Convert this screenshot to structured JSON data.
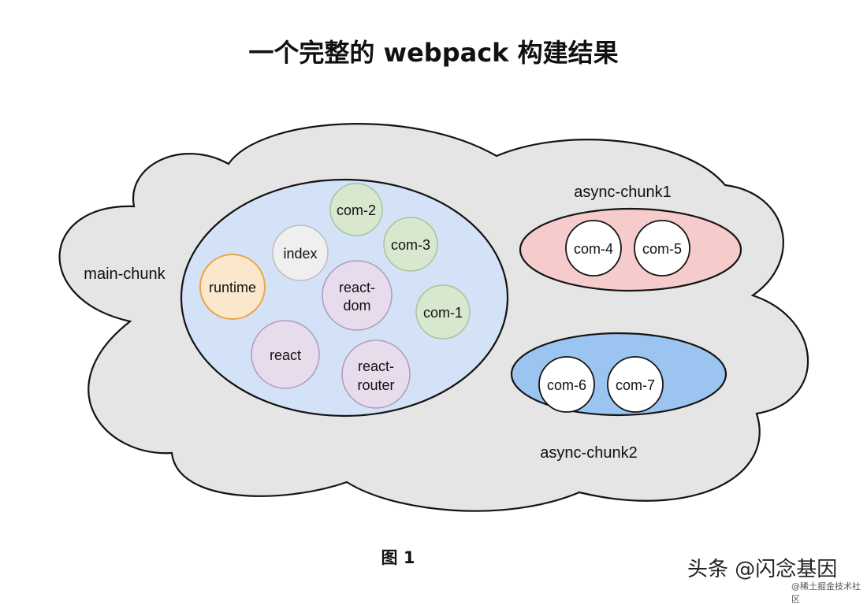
{
  "title": "一个完整的 webpack 构建结果",
  "caption": "图 1",
  "watermark": "头条 @闪念基因",
  "watermark_sub": "@稀土掘金技术社区",
  "chunks": {
    "main": {
      "label": "main-chunk"
    },
    "async1": {
      "label": "async-chunk1"
    },
    "async2": {
      "label": "async-chunk2"
    }
  },
  "modules": {
    "com2": "com-2",
    "com3": "com-3",
    "index": "index",
    "runtime": "runtime",
    "react_dom_1": "react-",
    "react_dom_2": "dom",
    "com1": "com-1",
    "react": "react",
    "react_router_1": "react-",
    "react_router_2": "router",
    "com4": "com-4",
    "com5": "com-5",
    "com6": "com-6",
    "com7": "com-7"
  },
  "colors": {
    "cloud": "#e5e5e5",
    "main_chunk_fill": "#d4e2f8",
    "async1_fill": "#f6cbcb",
    "async2_fill": "#9cc4f0",
    "green_module": "#d8e8cf",
    "purple_module": "#e7dcec",
    "runtime_fill": "#fbe8cc",
    "runtime_stroke": "#e9a743",
    "index_fill": "#efefef"
  }
}
